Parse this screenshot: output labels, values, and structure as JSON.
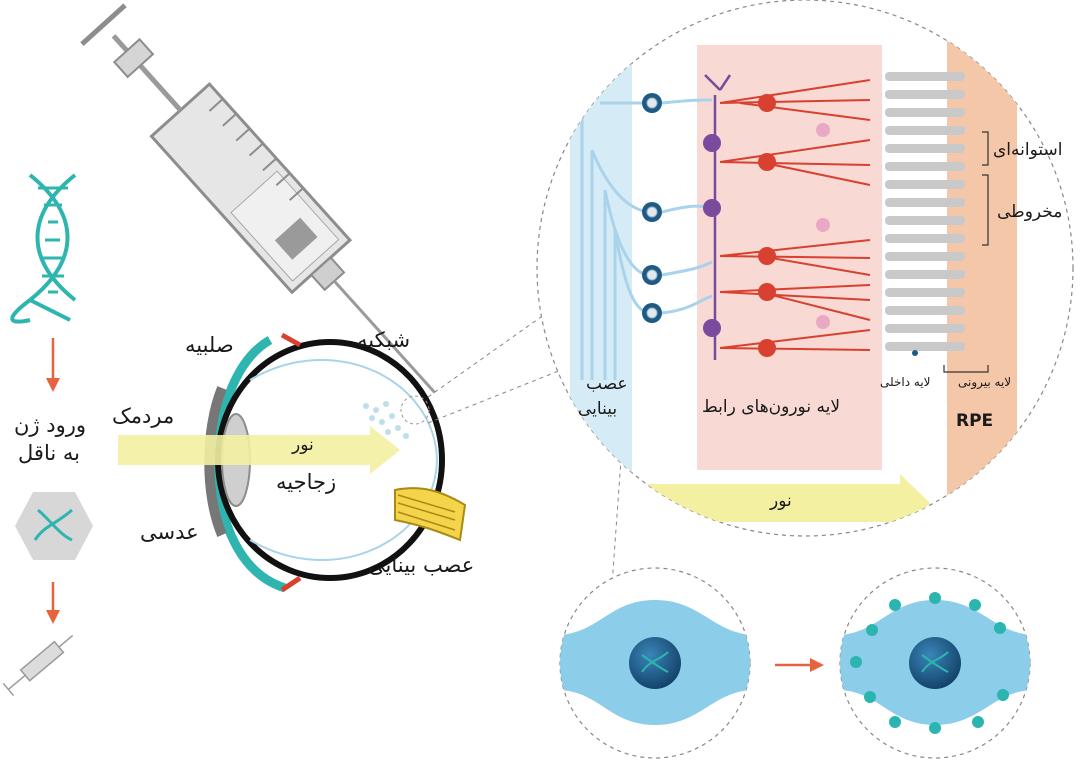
{
  "labels": {
    "sclera": "صلبیه",
    "retina": "شبکیه",
    "cornea": "مردمک",
    "light_eye": "نور",
    "vitreous": "زجاجیه",
    "lens": "عدسی",
    "optic_nerve_eye": "عصب بینایی",
    "gene_entry_line1": "ورود ژن",
    "gene_entry_line2": "به ناقل",
    "optic_nerve_zoom_line1": "عصب",
    "optic_nerve_zoom_line2": "بینایی",
    "interneuron_layer": "لایه نورون‌های رابط",
    "rods": "استوانه‌ای",
    "cones": "مخروطی",
    "outer_layer": "لایه بیرونی",
    "inner_layer": "لایه داخلی",
    "rpe": "RPE",
    "light_zoom": "نور"
  },
  "colors": {
    "dna": "#2fb5b0",
    "arrow": "#e8623f",
    "light_beam": "#f3f0a2",
    "nerve_blue": "#a9d3ea",
    "neuron_red": "#d8412f",
    "neuron_purple": "#7a4a9e",
    "photoreceptor": "#c9c9c9",
    "rpe_band": "#f4c7a8",
    "interneuron_band": "#f8d9d4",
    "cell_blue": "#8ccde9",
    "nucleus": "#1e5a86",
    "protein_dot": "#2ab5b0"
  },
  "icons": [
    "dna-helix-icon",
    "virus-vector-icon",
    "syringe-icon",
    "eye-cross-section",
    "retina-zoom-circle",
    "cell-before",
    "cell-after"
  ]
}
